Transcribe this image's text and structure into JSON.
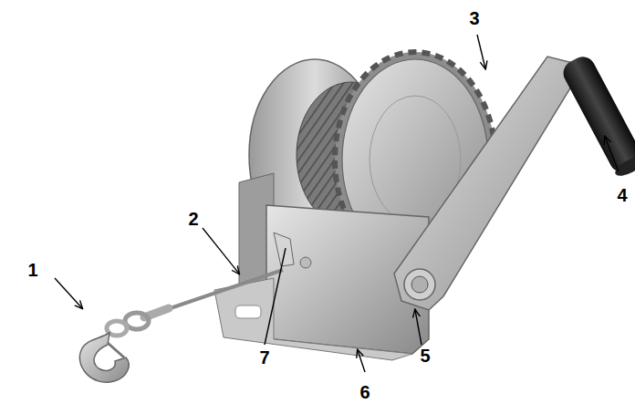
{
  "diagram": {
    "labels": [
      "1",
      "2",
      "3",
      "4",
      "5",
      "6",
      "7"
    ]
  }
}
